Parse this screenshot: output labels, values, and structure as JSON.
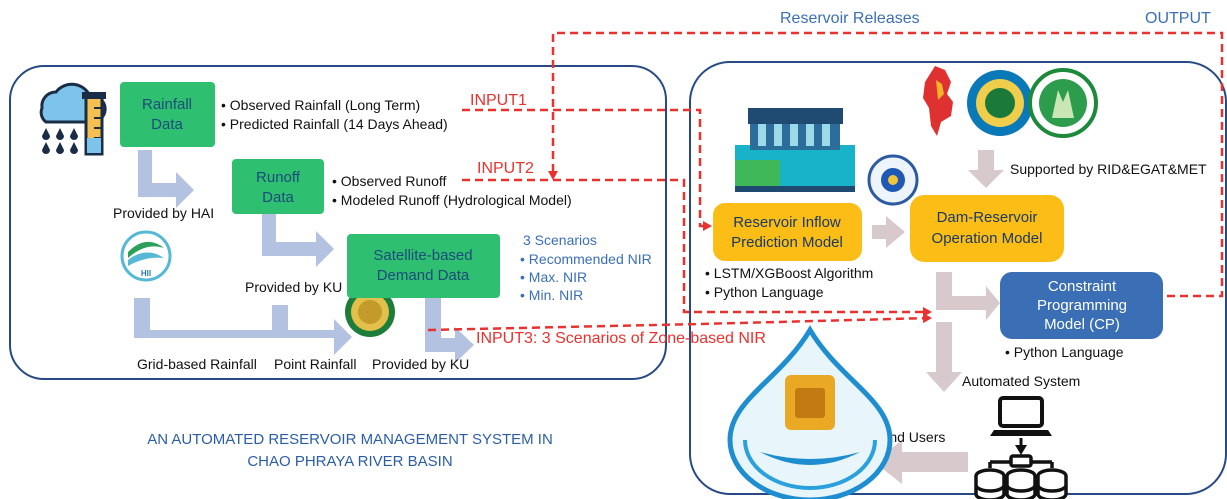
{
  "colors": {
    "green_box": "#2fbf71",
    "orange_box": "#fbbd16",
    "blue_box": "#3a6fb6",
    "input_arrow": "#e8322f",
    "flow_arrow": "#b4c2e2",
    "frame": "#274a86"
  },
  "nodes": {
    "rainfall_data": {
      "line1": "Rainfall",
      "line2": "Data"
    },
    "runoff_data": {
      "line1": "Runoff",
      "line2": "Data"
    },
    "satellite_demand": {
      "line1": "Satellite-based",
      "line2": "Demand Data"
    },
    "inflow_model": {
      "line1": "Reservoir Inflow",
      "line2": "Prediction Model"
    },
    "dam_operation": {
      "line1": "Dam-Reservoir",
      "line2": "Operation Model"
    },
    "cp_model": {
      "line1": "Constraint",
      "line2": "Programming",
      "line3": "Model (CP)"
    }
  },
  "notes": {
    "rainfall": [
      "Observed Rainfall (Long Term)",
      "Predicted Rainfall (14 Days Ahead)"
    ],
    "runoff": [
      "Observed Runoff",
      "Modeled Runoff (Hydrological Model)"
    ],
    "scenarios_title": "3 Scenarios",
    "scenarios": [
      "Recommended NIR",
      "Max. NIR",
      "Min. NIR"
    ],
    "inflow": [
      "LSTM/XGBoost Algorithm",
      "Python Language"
    ],
    "cp": [
      "Python Language"
    ]
  },
  "labels": {
    "provided_hai": "Provided by HAI",
    "provided_ku_1": "Provided by KU",
    "provided_ku_2": "Provided by KU",
    "grid_rainfall": "Grid-based Rainfall",
    "point_rainfall": "Point Rainfall",
    "supported_by": "Supported by RID&EGAT&MET",
    "automated_system": "Automated System",
    "end_users": "End Users",
    "reservoir_releases": "Reservoir Releases",
    "output": "OUTPUT",
    "input1": "INPUT1",
    "input2": "INPUT2",
    "input3": "INPUT3: 3 Scenarios of Zone-based NIR",
    "hii_logo": "HII",
    "title_line1": "AN AUTOMATED RESERVOIR MANAGEMENT SYSTEM IN",
    "title_line2": "CHAO PHRAYA RIVER BASIN"
  },
  "icons": {
    "rain_gauge": "rain-gauge-icon",
    "dam": "dam-icon",
    "computer": "computer-icon",
    "database": "database-icon"
  }
}
